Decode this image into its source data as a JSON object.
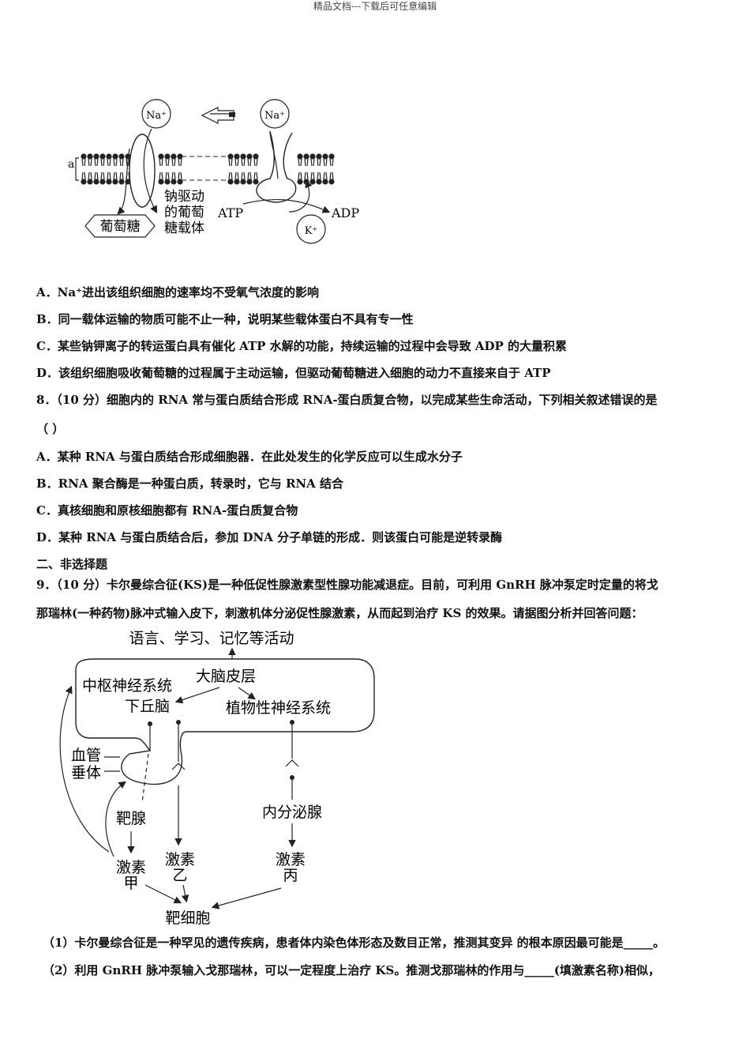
{
  "header": "精品文档---下载后可任意编辑",
  "figure1": {
    "na_top_left": "Na⁺",
    "na_top_right": "Na⁺",
    "label_a": "a",
    "carrier_line1": "钠驱动",
    "carrier_line2": "的葡萄",
    "carrier_line3": "糖载体",
    "glucose": "葡萄糖",
    "atp": "ATP",
    "adp": "ADP",
    "k": "K⁺"
  },
  "q7_options": [
    "A．Na⁺进出该组织细胞的速率均不受氧气浓度的影响",
    "B．同一载体运输的物质可能不止一种，说明某些载体蛋白不具有专一性",
    "C．某些钠钾离子的转运蛋白具有催化 ATP 水解的功能，持续运输的过程中会导致 ADP 的大量积累",
    "D．该组织细胞吸收葡萄糖的过程属于主动运输，但驱动葡萄糖进入细胞的动力不直接来自于 ATP"
  ],
  "q8": {
    "stem": "8．（10 分）细胞内的 RNA 常与蛋白质结合形成 RNA-蛋白质复合物，以完成某些生命活动，下列相关叙述错误的是",
    "paren": "（    ）",
    "options": [
      "A．某种 RNA 与蛋白质结合形成细胞器．在此处发生的化学反应可以生成水分子",
      "B．RNA 聚合酶是一种蛋白质，转录时，它与 RNA 结合",
      "C．真核细胞和原核细胞都有 RNA-蛋白质复合物",
      "D．某种 RNA 与蛋白质结合后，参加 DNA 分子单链的形成．则该蛋白可能是逆转录酶"
    ]
  },
  "section2": "二、非选择题",
  "q9": {
    "line1": "9．（10 分）卡尔曼综合征(KS)是一种低促性腺激素型性腺功能减退症。目前，可利用 GnRH 脉冲泵定时定量的将戈",
    "line2": "那瑞林(一种药物)脉冲式输入皮下，刺激机体分泌促性腺激素，从而起到治疗 KS 的效果。请据图分析并回答问题：",
    "sub1": "（1）卡尔曼综合征是一种罕见的遗传疾病，患者体内染色体形态及数目正常，推测其变异 的根本原因最可能是_____。",
    "sub2": "（2）利用 GnRH 脉冲泵输入戈那瑞林，可以一定程度上治疗 KS。推测戈那瑞林的作用与_____(填激素名称)相似，"
  },
  "figure2": {
    "top": "语言、学习、记忆等活动",
    "cns": "中枢神经系统",
    "cortex": "大脑皮层",
    "hypothalamus": "下丘脑",
    "ans": "植物性神经系统",
    "vessel": "血管",
    "pituitary": "垂体",
    "target_gland": "靶腺",
    "endocrine": "内分泌腺",
    "hormone_a1": "激素",
    "hormone_a2": "甲",
    "hormone_b1": "激素",
    "hormone_b2": "乙",
    "hormone_c1": "激素",
    "hormone_c2": "丙",
    "target_cell": "靶细胞"
  }
}
